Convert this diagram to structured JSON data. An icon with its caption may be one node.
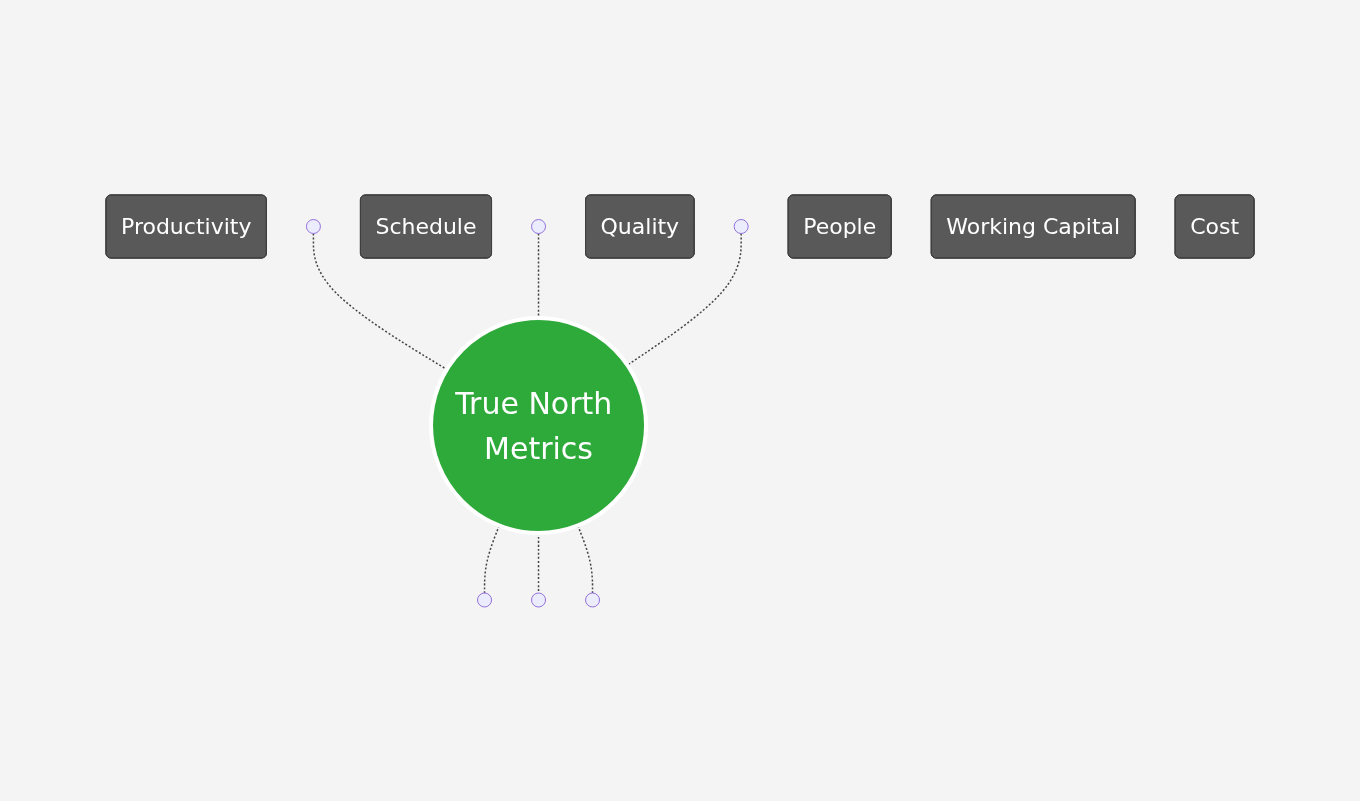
{
  "diagram": {
    "nodes": [
      {
        "text": [
          "True North Metrics"
        ]
      },
      {
        "text": [
          "Productivity"
        ]
      },
      {
        "text": [],
        "shape": "circle"
      },
      {
        "text": [
          "Schedule"
        ]
      },
      {
        "text": [],
        "shape": "circle"
      },
      {
        "text": [
          "Quality"
        ]
      },
      {
        "text": [],
        "shape": "circle"
      },
      {
        "text": [],
        "shape": "circle"
      },
      {
        "text": [
          "People"
        ]
      },
      {
        "text": [],
        "shape": "circle"
      },
      {
        "text": [
          "Working Capital"
        ]
      },
      {
        "text": [],
        "shape": "circle"
      },
      {
        "text": [
          "Cost"
        ]
      }
    ],
    "edges": [
      {
        "from": 2,
        "to": 0,
        "arrow": "none",
        "style": "dashed"
      },
      {
        "from": 4,
        "to": 0,
        "arrow": "none",
        "style": "dashed"
      },
      {
        "from": 6,
        "to": 0,
        "arrow": "none",
        "style": "dashed"
      },
      {
        "from": 0,
        "to": 7,
        "arrow": "none",
        "style": "dashed"
      },
      {
        "from": 0,
        "to": 9,
        "arrow": "none",
        "style": "dashed"
      },
      {
        "from": 0,
        "to": 11,
        "arrow": "none",
        "style": "dashed"
      }
    ]
  }
}
